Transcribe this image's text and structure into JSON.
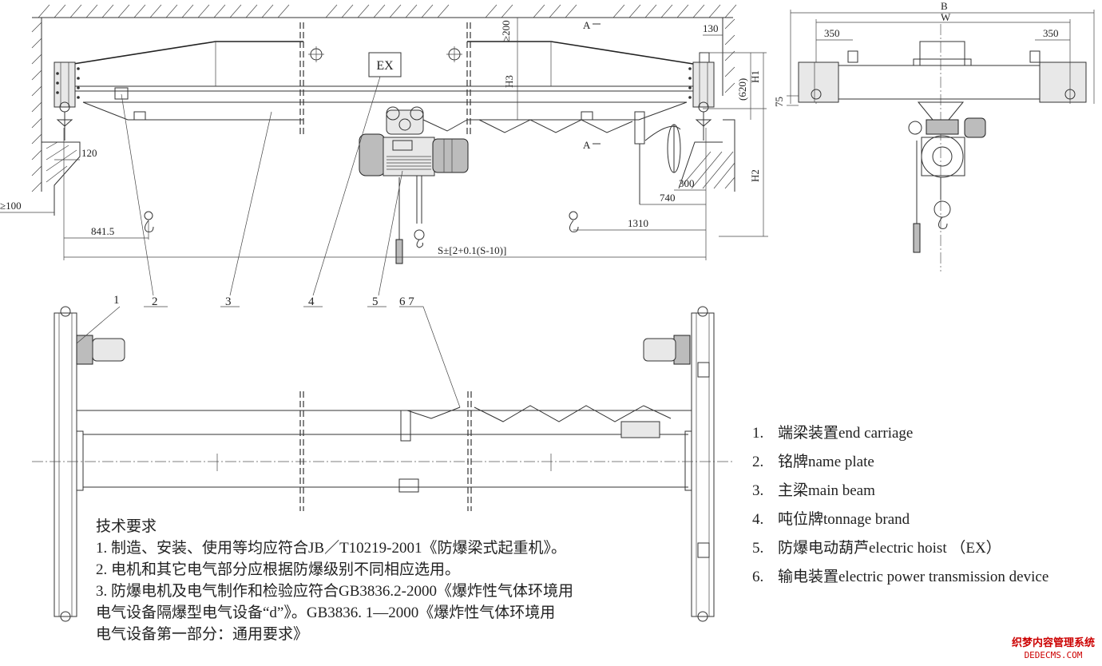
{
  "dimensions": {
    "d200": "≥200",
    "d130": "130",
    "d620": "(620)",
    "h1": "H1",
    "h2": "H2",
    "h3": "H3",
    "d75": "75",
    "d120": "120",
    "d100": "≥100",
    "d841": "841.5",
    "d740": "740",
    "d300": "300",
    "d1310": "1310",
    "span": "S±[2+0.1(S-10)]",
    "b": "B",
    "w": "W",
    "d350_left": "350",
    "d350_right": "350",
    "section_a_top": "A",
    "section_a_bottom": "A"
  },
  "nameplate_text": "EX",
  "callouts": [
    "1",
    "2",
    "3",
    "4",
    "5",
    "6 7"
  ],
  "parts": [
    {
      "num": "1.",
      "label": "端梁装置end carriage"
    },
    {
      "num": "2.",
      "label": "铭牌name plate"
    },
    {
      "num": "3.",
      "label": "主梁main beam"
    },
    {
      "num": "4.",
      "label": "吨位牌tonnage brand"
    },
    {
      "num": "5.",
      "label": "防爆电动葫芦electric hoist （EX）"
    },
    {
      "num": "6.",
      "label": "输电装置electric power transmission device"
    }
  ],
  "requirements": {
    "title": "技术要求",
    "lines": [
      "1.  制造、安装、使用等均应符合JB／T10219-2001《防爆梁式起重机》。",
      "2.  电机和其它电气部分应根据防爆级别不同相应选用。",
      "3.  防爆电机及电气制作和检验应符合GB3836.2-2000《爆炸性气体环境用",
      "电气设备隔爆型电气设备“d”》。GB3836.  1—2000《爆炸性气体环境用",
      "电气设备第一部分：通用要求》"
    ]
  },
  "watermark": {
    "line1": "织梦内容管理系统",
    "line2": "DEDECMS.COM"
  }
}
